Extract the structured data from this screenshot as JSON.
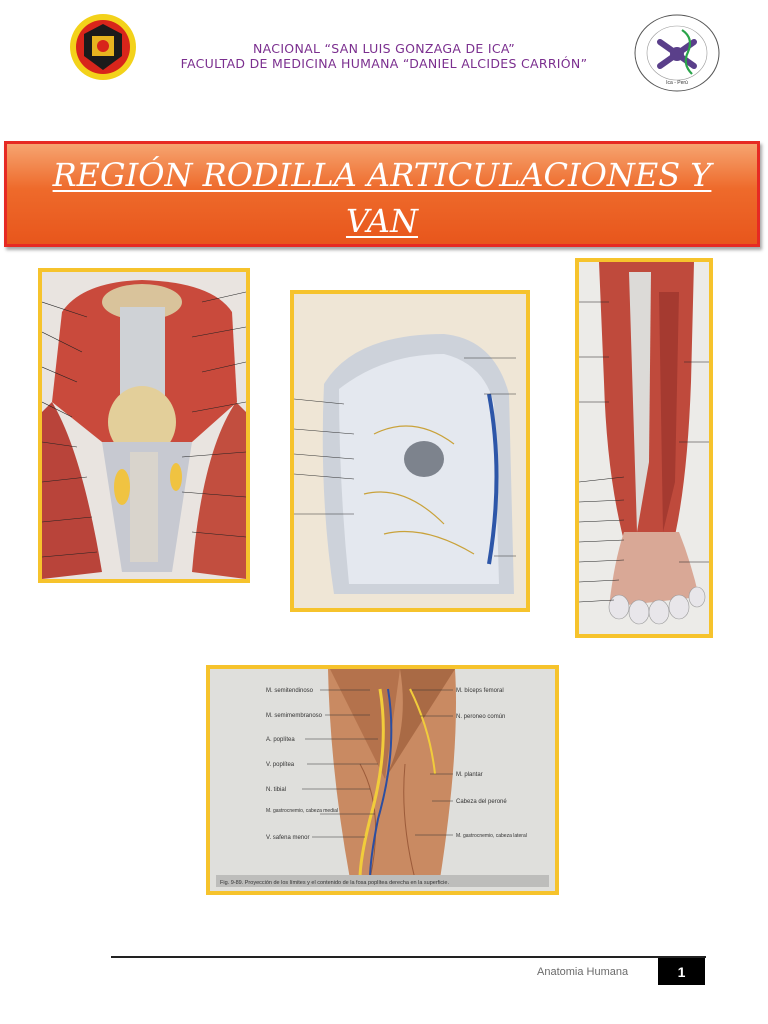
{
  "header": {
    "university_line": "NACIONAL “SAN LUIS GONZAGA DE ICA”",
    "faculty_line": "FACULTAD DE MEDICINA HUMANA “DANIEL ALCIDES CARRIÓN”"
  },
  "title": {
    "line1": "REGIÓN RODILLA  ARTICULACIONES Y",
    "line2": "VAN"
  },
  "figures": [
    {
      "name": "knee-anterior-muscles"
    },
    {
      "name": "knee-joint-capsule"
    },
    {
      "name": "leg-anterior-muscles"
    },
    {
      "name": "popliteal-fossa",
      "labels_left": [
        "M. semitendinoso",
        "M. semimembranoso",
        "A. poplítea",
        "V. poplítea",
        "N. tibial",
        "M. gastrocnemio, cabeza medial",
        "V. safena menor"
      ],
      "labels_right": [
        "M. bíceps femoral",
        "N. peroneo común",
        "M. plantar",
        "Cabeza del peroné",
        "M. gastrocnemio, cabeza lateral"
      ],
      "caption": "Fig. 9-89. Proyección de los límites y el contenido de la fosa poplítea derecha en la superficie."
    }
  ],
  "footer": {
    "label": "Anatomia Humana",
    "page_number": "1"
  },
  "colors": {
    "title_border": "#e62a23",
    "title_fill": "#ee6a2b",
    "frame": "#f6c32c",
    "header_text": "#7b2f8f"
  }
}
